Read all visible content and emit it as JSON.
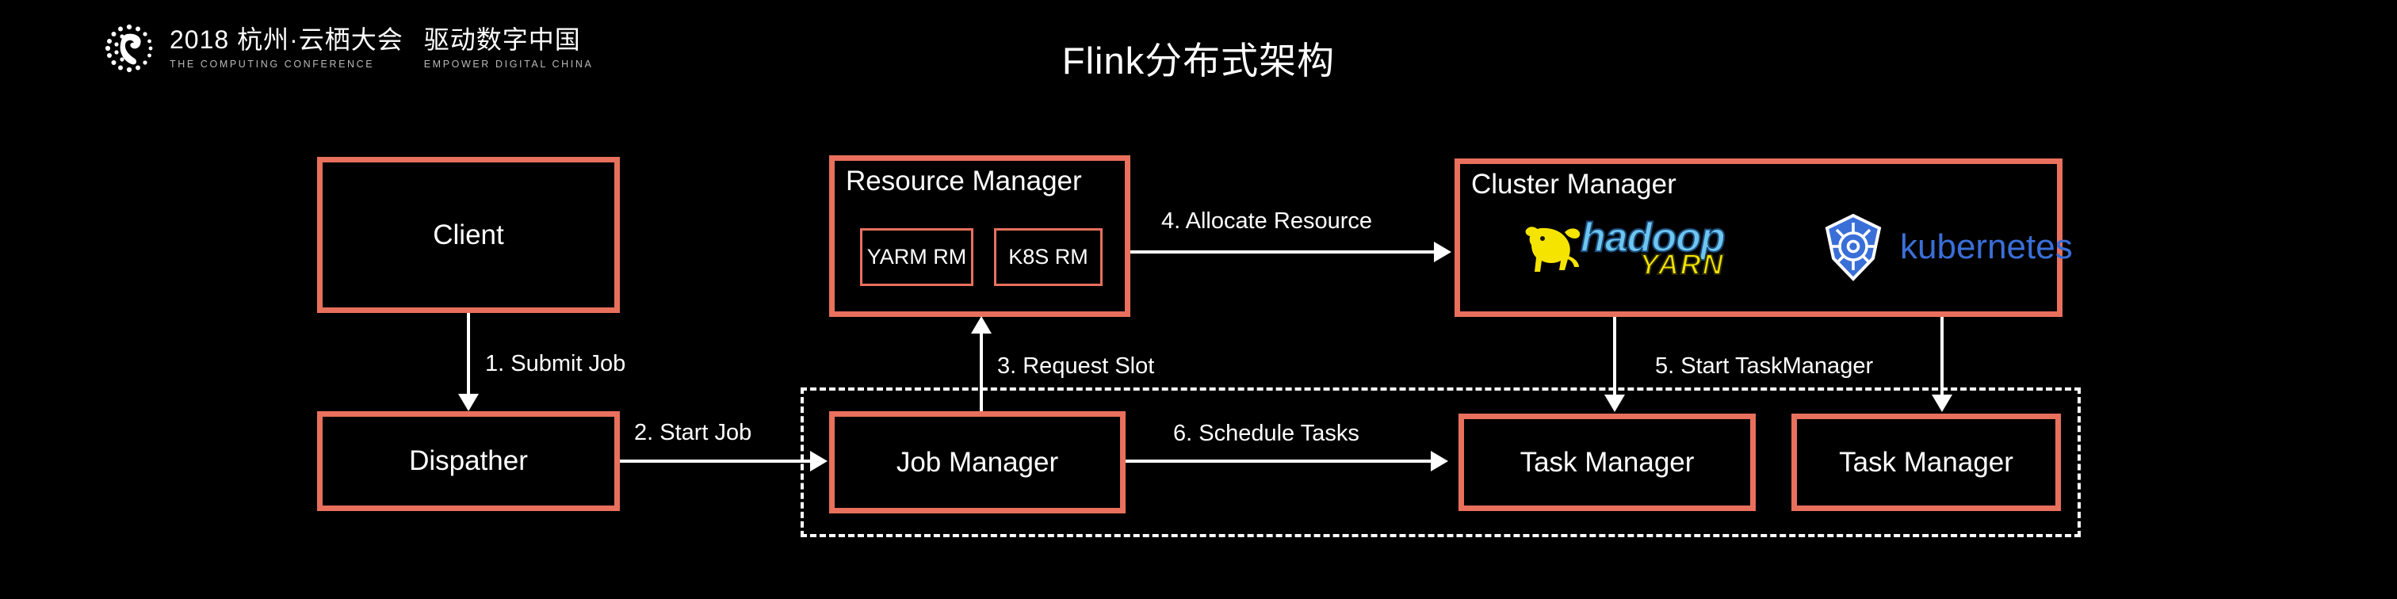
{
  "brand": {
    "logo_icon": "yunqi-conference-dotted-c-logo",
    "line1": "2018 杭州·云栖大会",
    "line1_sub": "THE COMPUTING CONFERENCE",
    "line2": "驱动数字中国",
    "line2_sub": "EMPOWER DIGITAL CHINA"
  },
  "slide": {
    "title": "Flink分布式架构",
    "background_color": "#000000",
    "box_border_color": "#e8705c",
    "text_color": "#ffffff",
    "dashed_border_color": "#ffffff"
  },
  "nodes": {
    "client": {
      "label": "Client"
    },
    "dispatcher": {
      "label": "Dispather"
    },
    "resource_manager": {
      "title": "Resource Manager",
      "children": [
        {
          "label": "YARM RM"
        },
        {
          "label": "K8S RM"
        }
      ]
    },
    "cluster_manager": {
      "title": "Cluster Manager",
      "logos": [
        {
          "name": "hadoop-yarn-logo",
          "word": "hadoop",
          "sub": "YARN",
          "word_color": "#6ec6f0",
          "sub_color": "#f5e400"
        },
        {
          "name": "kubernetes-logo",
          "word": "kubernetes",
          "word_color": "#3a6fd8"
        }
      ]
    },
    "job_manager": {
      "label": "Job Manager"
    },
    "task_manager_1": {
      "label": "Task Manager"
    },
    "task_manager_2": {
      "label": "Task Manager"
    }
  },
  "edges": [
    {
      "id": "e1",
      "label": "1. Submit Job",
      "from": "client",
      "to": "dispatcher",
      "direction": "down"
    },
    {
      "id": "e2",
      "label": "2. Start Job",
      "from": "dispatcher",
      "to": "job_manager",
      "direction": "right"
    },
    {
      "id": "e3",
      "label": "3. Request Slot",
      "from": "job_manager",
      "to": "resource_manager",
      "direction": "up"
    },
    {
      "id": "e4",
      "label": "4. Allocate Resource",
      "from": "resource_manager",
      "to": "cluster_manager",
      "direction": "right"
    },
    {
      "id": "e5",
      "label": "5. Start TaskManager",
      "from": "cluster_manager",
      "to": "task_managers",
      "direction": "down"
    },
    {
      "id": "e6",
      "label": "6. Schedule Tasks",
      "from": "job_manager",
      "to": "task_manager_1",
      "direction": "right"
    }
  ]
}
